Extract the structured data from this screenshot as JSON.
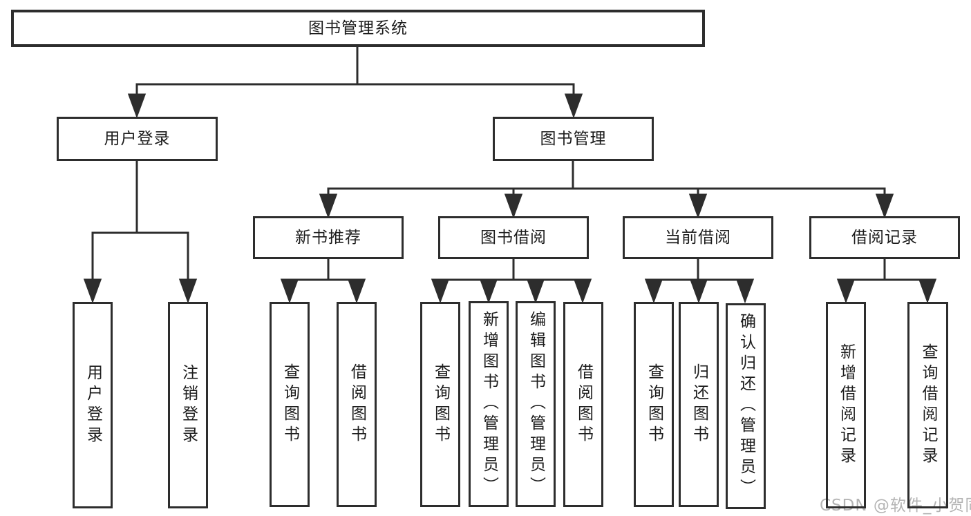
{
  "diagram": {
    "title": "图书管理系统",
    "root": {
      "label": "图书管理系统"
    },
    "level2": [
      {
        "label": "用户登录"
      },
      {
        "label": "图书管理"
      }
    ],
    "level3": [
      {
        "label": "新书推荐"
      },
      {
        "label": "图书借阅"
      },
      {
        "label": "当前借阅"
      },
      {
        "label": "借阅记录"
      }
    ],
    "leaves": {
      "user_login": [
        "用户登录",
        "注销登录"
      ],
      "new_books": [
        "查询图书",
        "借阅图书"
      ],
      "book_borrow": [
        "查询图书",
        "新增图书（管理员）",
        "编辑图书（管理员）",
        "借阅图书"
      ],
      "current_borrow": [
        "查询图书",
        "归还图书",
        "确认归还（管理员）"
      ],
      "borrow_records": [
        "新增借阅记录",
        "查询借阅记录"
      ]
    }
  },
  "watermark": {
    "text": "CSDN @软件_小贺同学"
  },
  "colors": {
    "line": "#2d2d2d",
    "border": "#2d2d2d",
    "text": "#1c1c1c",
    "watermark": "#b4b4b4",
    "background": "#ffffff"
  }
}
